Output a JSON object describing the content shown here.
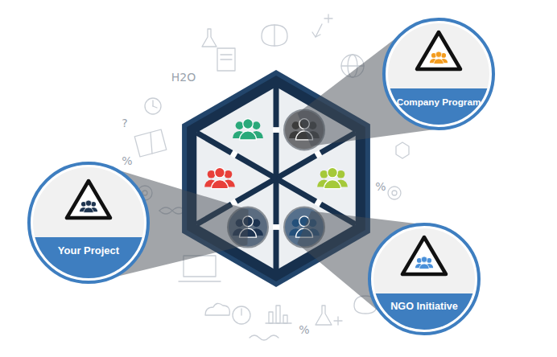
{
  "diagram": {
    "nodes": [
      {
        "text": [
          "Company Program"
        ]
      },
      {
        "text": [
          "Your Project"
        ]
      },
      {
        "text": [
          "NGO Initiative"
        ]
      }
    ],
    "labels": [
      "H2O",
      "?",
      "%",
      "%",
      "%"
    ]
  }
}
